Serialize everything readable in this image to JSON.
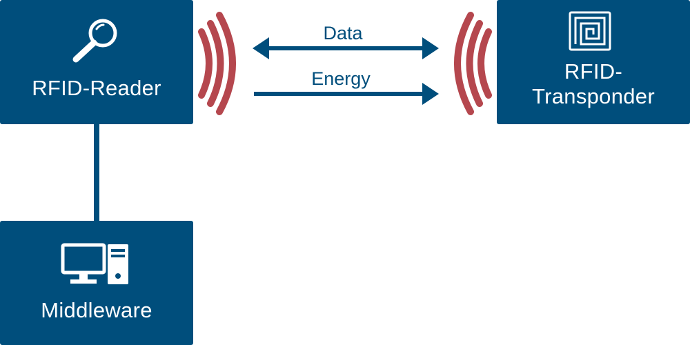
{
  "nodes": {
    "reader": {
      "label": "RFID-Reader",
      "icon": "magnifier-icon"
    },
    "transponder": {
      "label_line1": "RFID-",
      "label_line2": "Transponder",
      "icon": "rfid-tag-icon"
    },
    "middleware": {
      "label": "Middleware",
      "icon": "desktop-computer-icon"
    }
  },
  "edges": {
    "data": {
      "label": "Data",
      "direction": "bidirectional"
    },
    "energy": {
      "label": "Energy",
      "direction": "reader-to-transponder"
    }
  },
  "colors": {
    "box": "#004e7c",
    "box_text": "#ffffff",
    "arrow": "#004e7c",
    "wave": "#b5474e"
  }
}
